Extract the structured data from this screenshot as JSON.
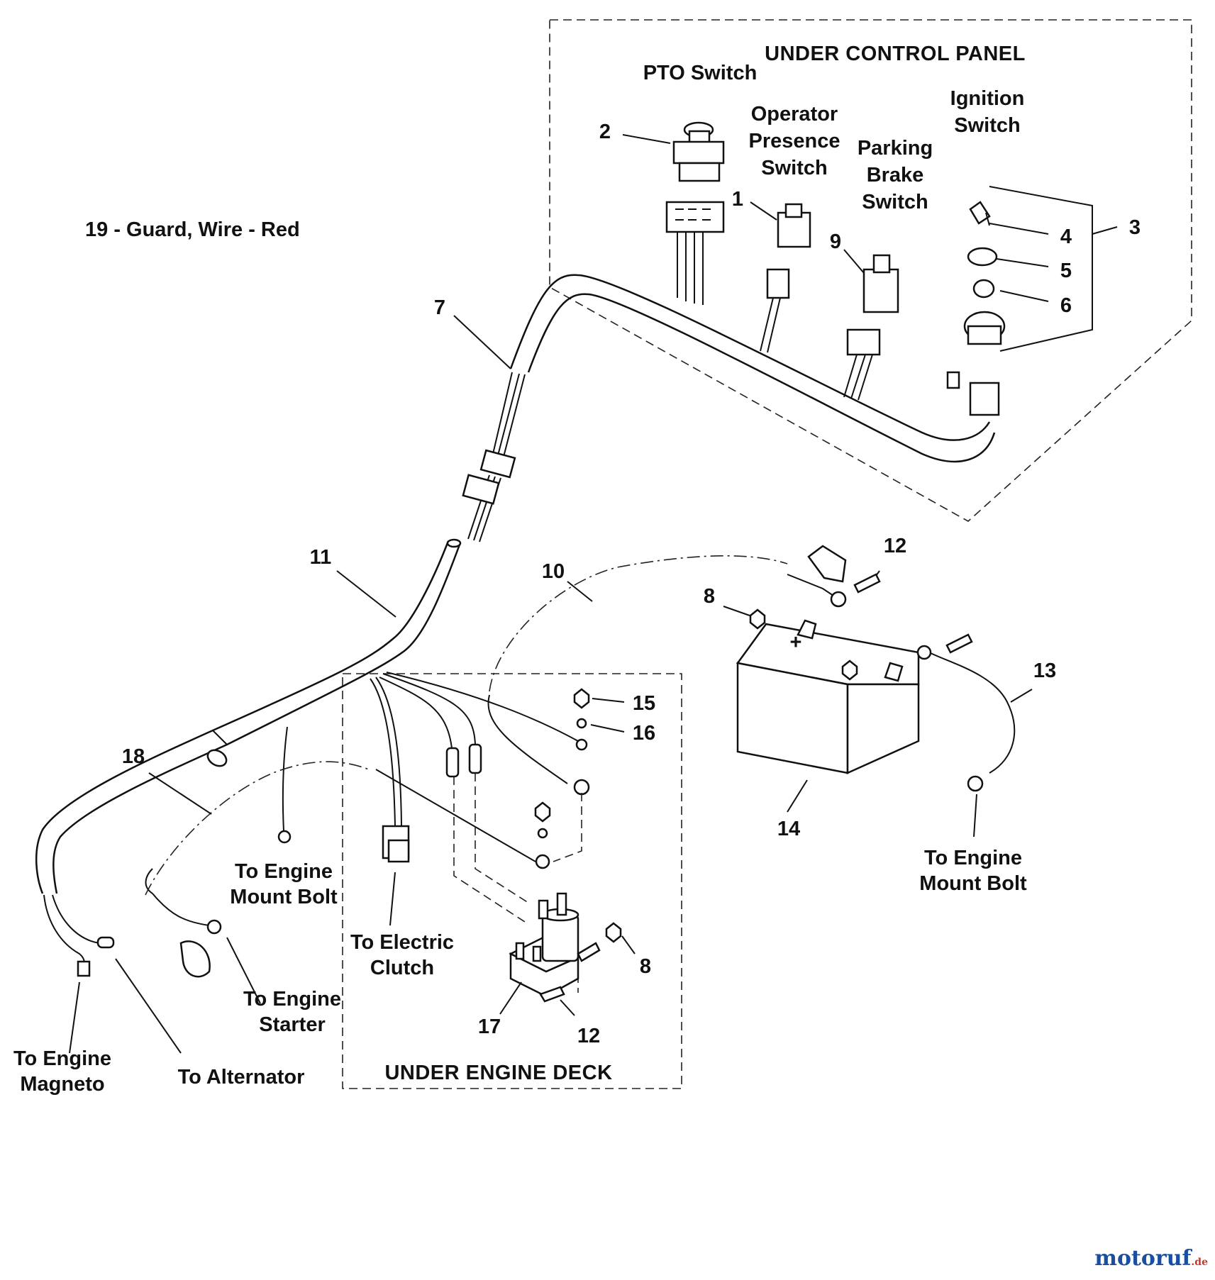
{
  "diagram": {
    "sections": {
      "control_panel": "UNDER CONTROL PANEL",
      "engine_deck": "UNDER ENGINE DECK"
    },
    "labels": {
      "pto_switch": "PTO Switch",
      "operator_presence_1": "Operator",
      "operator_presence_2": "Presence",
      "operator_presence_3": "Switch",
      "parking_brake_1": "Parking",
      "parking_brake_2": "Brake",
      "parking_brake_3": "Switch",
      "ignition_1": "Ignition",
      "ignition_2": "Switch",
      "guard_note": "19 - Guard, Wire - Red",
      "engine_mount_1": "To Engine",
      "engine_mount_2": "Mount Bolt",
      "engine_starter_1": "To Engine",
      "engine_starter_2": "Starter",
      "electric_clutch_1": "To Electric",
      "electric_clutch_2": "Clutch",
      "engine_magneto_1": "To Engine",
      "engine_magneto_2": "Magneto",
      "alternator": "To Alternator",
      "battery_mount_1": "To Engine",
      "battery_mount_2": "Mount Bolt"
    },
    "callouts": {
      "c1": "1",
      "c2": "2",
      "c3": "3",
      "c4": "4",
      "c5": "5",
      "c6": "6",
      "c7": "7",
      "c8a": "8",
      "c8b": "8",
      "c9": "9",
      "c10": "10",
      "c11": "11",
      "c12a": "12",
      "c12b": "12",
      "c13": "13",
      "c14": "14",
      "c15": "15",
      "c16": "16",
      "c17": "17",
      "c18": "18"
    },
    "battery_polarity": "+",
    "watermark": {
      "brand": "motoruf",
      "tld": ".de"
    }
  }
}
